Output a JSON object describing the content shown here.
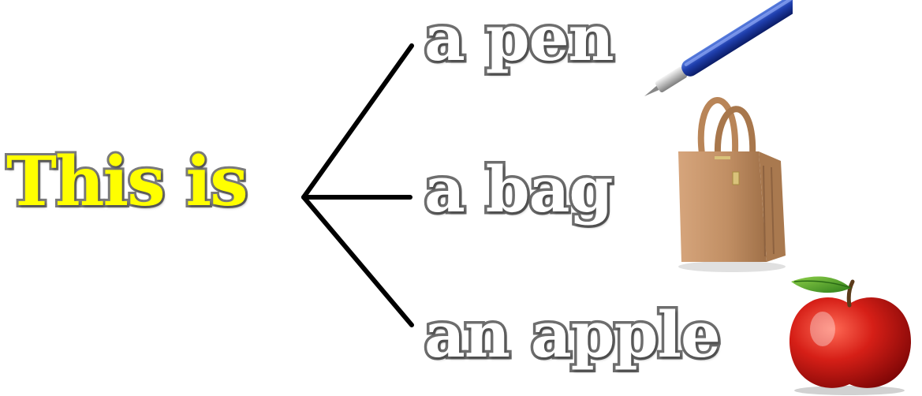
{
  "main": {
    "phrase": "This is",
    "color": "#ffff00"
  },
  "options": [
    {
      "text": "a pen",
      "icon": "pen-icon"
    },
    {
      "text": "a bag",
      "icon": "handbag-icon"
    },
    {
      "text": "an apple",
      "icon": "apple-icon"
    }
  ],
  "colors": {
    "option_text": "#ffffff",
    "outline": "#6e6e6e",
    "connector": "#000000"
  }
}
